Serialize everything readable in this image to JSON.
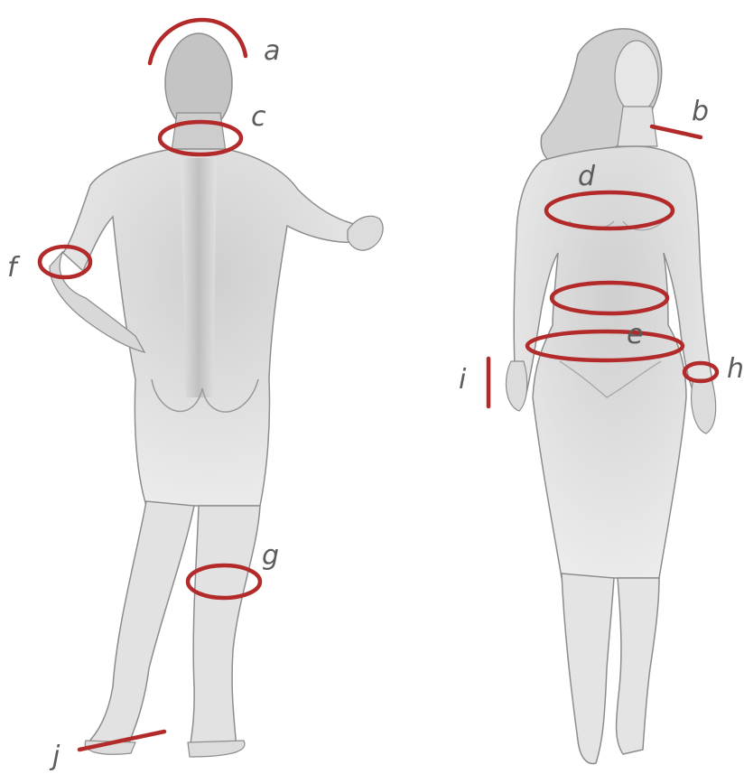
{
  "figure": {
    "marker_color": "#b32a2a",
    "body_fill": "#e6e6e6",
    "body_shade": "#bdbdbd",
    "body_outline": "#8d8d8d",
    "label_color": "#5c5c5c"
  },
  "labels": {
    "a": "a",
    "b": "b",
    "c": "c",
    "d": "d",
    "e": "e",
    "f": "f",
    "g": "g",
    "h": "h",
    "i": "i",
    "j": "j"
  }
}
